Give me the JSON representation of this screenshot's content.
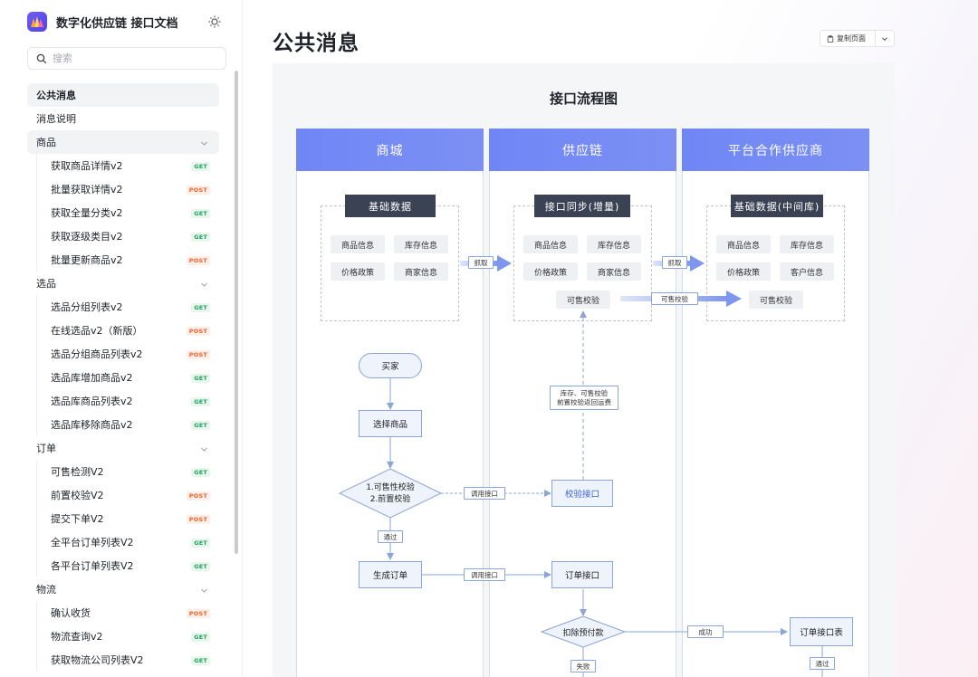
{
  "app": {
    "title": "数字化供应链 接口文档"
  },
  "search": {
    "placeholder": "搜索"
  },
  "nav": {
    "top": [
      {
        "label": "公共消息"
      },
      {
        "label": "消息说明"
      }
    ],
    "groups": [
      {
        "label": "商品",
        "items": [
          {
            "label": "获取商品详情v2",
            "method": "GET"
          },
          {
            "label": "批量获取详情v2",
            "method": "POST"
          },
          {
            "label": "获取全量分类v2",
            "method": "GET"
          },
          {
            "label": "获取逐级类目v2",
            "method": "GET"
          },
          {
            "label": "批量更新商品v2",
            "method": "POST"
          }
        ]
      },
      {
        "label": "选品",
        "items": [
          {
            "label": "选品分组列表v2",
            "method": "GET"
          },
          {
            "label": "在线选品v2（新版）",
            "method": "POST"
          },
          {
            "label": "选品分组商品列表v2",
            "method": "POST"
          },
          {
            "label": "选品库增加商品v2",
            "method": "GET"
          },
          {
            "label": "选品库商品列表v2",
            "method": "GET"
          },
          {
            "label": "选品库移除商品v2",
            "method": "GET"
          }
        ]
      },
      {
        "label": "订单",
        "items": [
          {
            "label": "可售检测V2",
            "method": "GET"
          },
          {
            "label": "前置校验V2",
            "method": "POST"
          },
          {
            "label": "提交下单V2",
            "method": "POST"
          },
          {
            "label": "全平台订单列表V2",
            "method": "GET"
          },
          {
            "label": "各平台订单列表V2",
            "method": "GET"
          }
        ]
      },
      {
        "label": "物流",
        "items": [
          {
            "label": "确认收货",
            "method": "POST"
          },
          {
            "label": "物流查询v2",
            "method": "GET"
          },
          {
            "label": "获取物流公司列表V2",
            "method": "GET"
          }
        ]
      }
    ]
  },
  "page": {
    "title": "公共消息",
    "copy_label": "复制页面"
  },
  "flow": {
    "title": "接口流程图",
    "lanes": [
      "商城",
      "供应链",
      "平台合作供应商"
    ],
    "mall": {
      "box_title": "基础数据",
      "chips": [
        "商品信息",
        "库存信息",
        "价格政策",
        "商家信息"
      ],
      "buyer": "买家",
      "select": "选择商品",
      "decision_line1": "1.可售性校验",
      "decision_line2": "2.前置校验",
      "pass": "通过",
      "create_order": "生成订单"
    },
    "chain": {
      "box_title": "接口同步(增量)",
      "chips": [
        "商品信息",
        "库存信息",
        "价格政策",
        "商家信息"
      ],
      "sellable": "可售校验",
      "note_line1": "库存、可售校验",
      "note_line2": "前置校验返回运费",
      "check_api": "校验接口",
      "order_api": "订单接口",
      "deduct": "扣除预付款",
      "fail": "失败"
    },
    "supplier": {
      "box_title": "基础数据(中间库)",
      "chips": [
        "商品信息",
        "库存信息",
        "价格政策",
        "客户信息"
      ],
      "sellable": "可售校验",
      "order_table": "订单接口表",
      "pass": "通过"
    },
    "edges": {
      "grab1": "抓取",
      "grab2": "抓取",
      "sellable": "可售校验",
      "call1": "调用接口",
      "call2": "调用接口",
      "success": "成功"
    }
  },
  "colors": {
    "accent": "#6f86f5",
    "get": "#1fa15b",
    "post": "#f0612c"
  }
}
